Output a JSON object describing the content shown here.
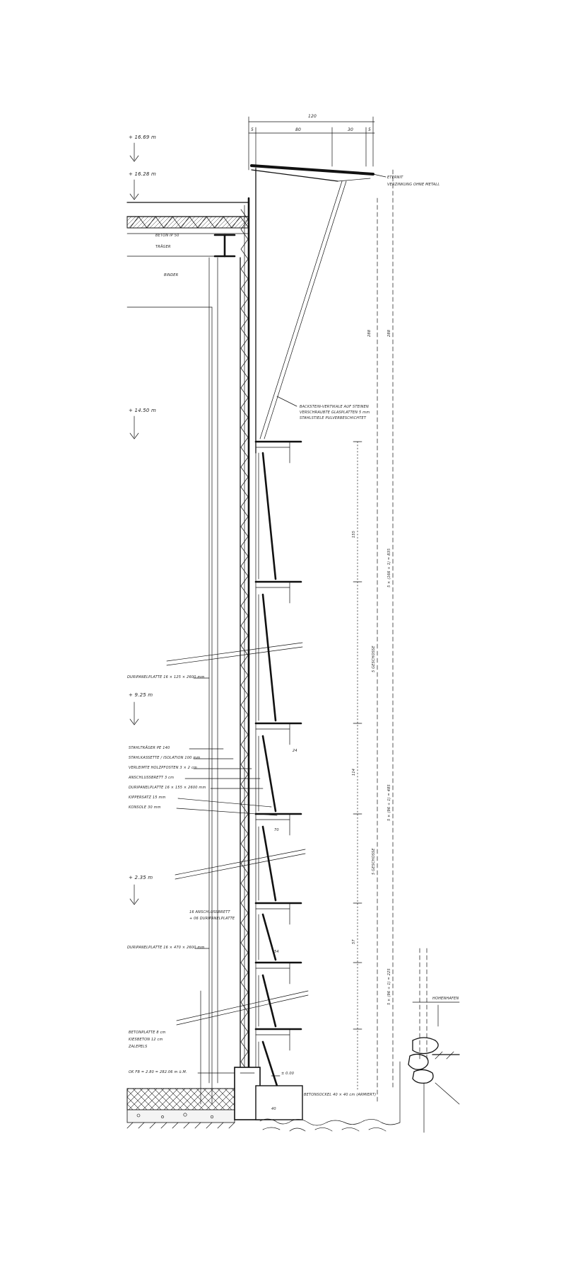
{
  "drawing": {
    "levels": [
      "+ 16.69 m",
      "+ 16.28 m",
      "+ 14.50 m",
      "+ 9.25 m",
      "+ 2.35 m",
      "± 0.00"
    ],
    "dimensions": {
      "top_total": "120",
      "top_parts": [
        "5",
        "80",
        "30",
        "5"
      ],
      "upper_height": "288",
      "right_mid": "155",
      "right_low": "114",
      "right_bottom": "57",
      "chain_upper": "5 GESCHOSSE",
      "chain_upper_formula": "5 × (166 + 1) = 835",
      "chain_lower": "5 GESCHOSSE",
      "chain_lower_formula": "5 × (96 + 1) = 485",
      "chain_bottom": "5 × (96 + 1) = 225",
      "stair_dims": [
        "24",
        "70",
        "54"
      ]
    },
    "labels": {
      "top_right_1": "ETERNIT",
      "top_right_2": "VERZINKUNG OHNE METALL",
      "slab_1": "BETON IP 50",
      "slab_2": "TRÄGER",
      "beam": "BINDER",
      "glazing_1": "BACKSTEIN-VERTIKALE AUF STEINEN",
      "glazing_2": "VERSCHRAUBTE GLASPLATTEN 5 mm",
      "glazing_3": "STAHLSTIELE PULVERBESCHICHTET",
      "panel_upper": "DURIPANELPLATTE 16 × 125 × 2600 mm",
      "stack_1": "STAHLTRÄGER PE 140",
      "stack_2": "STAHLKASSETTE / ISOLATION 100 mm",
      "stack_3": "VERLEIMTE HOLZPFOSTEN 3 × 2 cm",
      "stack_4": "ANSCHLUSSBRETT 3 cm",
      "stack_5": "DURIPANELPLATTE 16 × 155 × 2600 mm",
      "stack_6": "KIPPERSATZ 15 mm",
      "stack_7": "KONSOLE 30 mm",
      "mid_1": "16 ANSCHLUSSBRETT",
      "mid_2": "+ 06 DURIPANELPLATTE",
      "panel_lower": "DURIPANELPLATTE 16 × 470 × 2600 mm",
      "base_1": "BETONPLATTE 8 cm",
      "base_2": "KIESBETON 12 cm",
      "base_3": "ZALEPELS",
      "base_4": "OK FB = 2.80 = 282.06 m ü.M.",
      "ground_right": "HOHENHAFEN",
      "foundation": "BETONSOCKEL 40 × 40 cm (ARMIERT)",
      "foundation_dim": "40"
    }
  }
}
